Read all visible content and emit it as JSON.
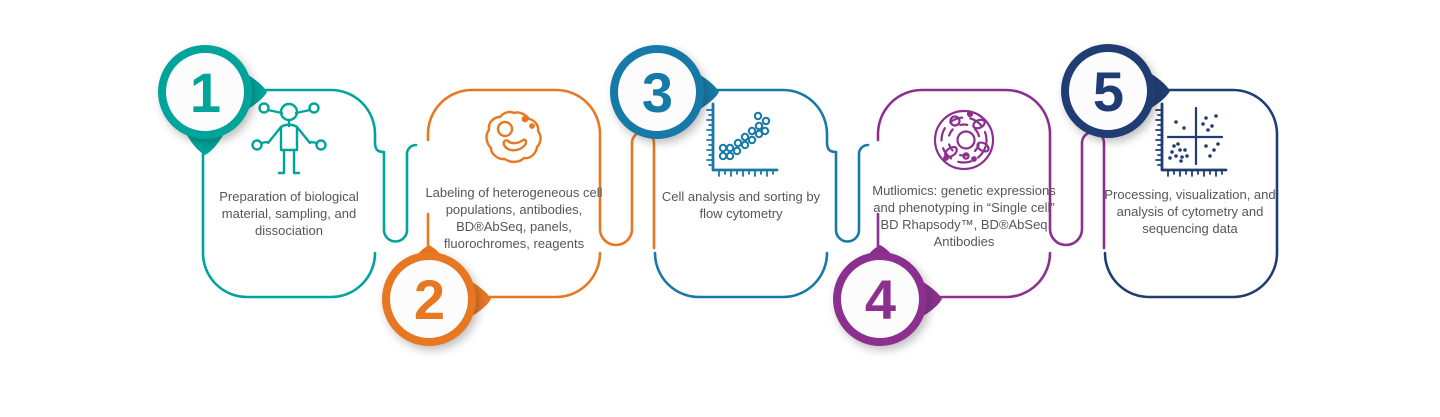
{
  "background_color": "#FFFFFF",
  "text_color": "#54565A",
  "steps": [
    {
      "number": "1",
      "accent_color": "#00A49A",
      "icon": "human-sampling-icon",
      "label": "Preparation of biological material, sampling, and dissociation"
    },
    {
      "number": "2",
      "accent_color": "#E87722",
      "icon": "cell-labeling-icon",
      "label": "Labeling of heterogeneous cell populations, antibodies, BD®AbSeq, panels, fluorochromes, reagents"
    },
    {
      "number": "3",
      "accent_color": "#1779A8",
      "icon": "flow-cytometry-scatter-icon",
      "label": "Cell analysis and sorting by flow cytometry"
    },
    {
      "number": "4",
      "accent_color": "#8C3090",
      "icon": "multiomics-cell-icon",
      "label": "Mutliomics: genetic expressions and phenotyping in “Single cell” BD Rhapsody™, BD®AbSeq Antibodies"
    },
    {
      "number": "5",
      "accent_color": "#1F3D73",
      "icon": "quadrant-scatter-icon",
      "label": "Processing, visualization, and analysis of cytometry and sequencing data"
    }
  ]
}
